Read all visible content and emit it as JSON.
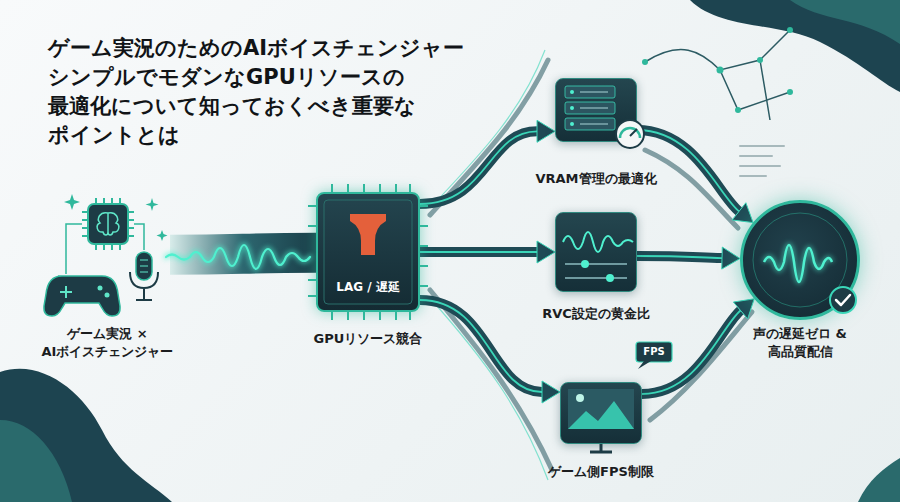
{
  "diagram": {
    "title": "ゲーム実況のためのAIボイスチェンジャー シンプルでモダンなGPUリソースの 最適化について知っておくべき重要な ポイントとは",
    "nodes": [
      {
        "text": [
          "ゲーム実況 × AIボイスチェンジャー"
        ]
      },
      {
        "text": [
          "LAG / 遅延",
          "GPUリソース競合"
        ]
      },
      {
        "text": [
          "VRAM管理の最適化"
        ]
      },
      {
        "text": [
          "RVC設定の黄金比"
        ]
      },
      {
        "text": [
          "ゲーム側FPS制限"
        ]
      },
      {
        "text": [
          "声の遅延ゼロ & 高品質配信"
        ]
      }
    ],
    "edges": [
      {
        "from": 0,
        "to": 1,
        "arrow": "none"
      },
      {
        "from": 1,
        "to": 2,
        "arrow": "to"
      },
      {
        "from": 1,
        "to": 3,
        "arrow": "to"
      },
      {
        "from": 1,
        "to": 4,
        "arrow": "to"
      },
      {
        "from": 2,
        "to": 5,
        "arrow": "to"
      },
      {
        "from": 3,
        "to": 5,
        "arrow": "to"
      },
      {
        "from": 4,
        "to": 5,
        "arrow": "to"
      }
    ],
    "labels": [
      "FPS"
    ]
  }
}
